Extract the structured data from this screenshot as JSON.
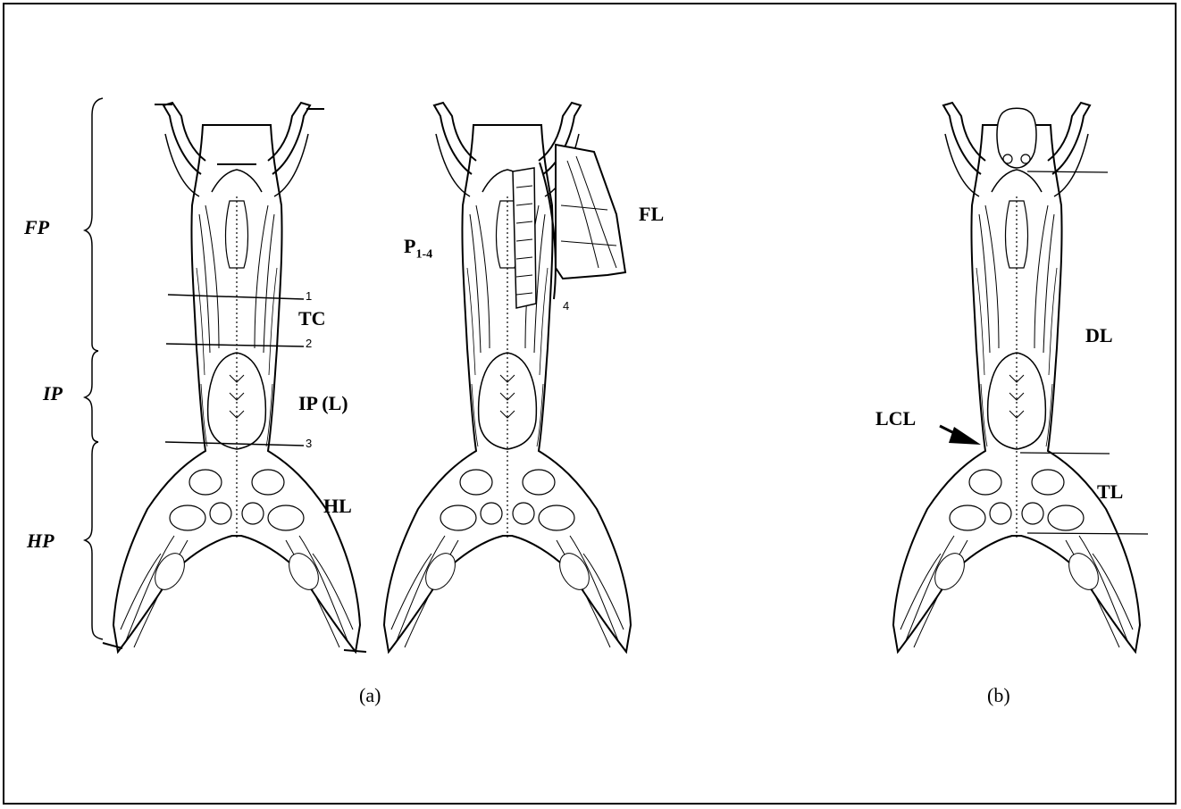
{
  "regions": {
    "fp": "FP",
    "ip": "IP",
    "hp": "HP"
  },
  "labels": {
    "tc": "TC",
    "ipl": "IP (L)",
    "hl": "HL",
    "p_main": "P",
    "p_sub": "1-4",
    "fl": "FL",
    "dl": "DL",
    "lcl": "LCL",
    "tl": "TL"
  },
  "cuts": {
    "c1": "1",
    "c2": "2",
    "c3": "3",
    "c4": "4"
  },
  "captions": {
    "a": "(a)",
    "b": "(b)"
  },
  "colors": {
    "ink": "#000000",
    "paper": "#ffffff"
  }
}
